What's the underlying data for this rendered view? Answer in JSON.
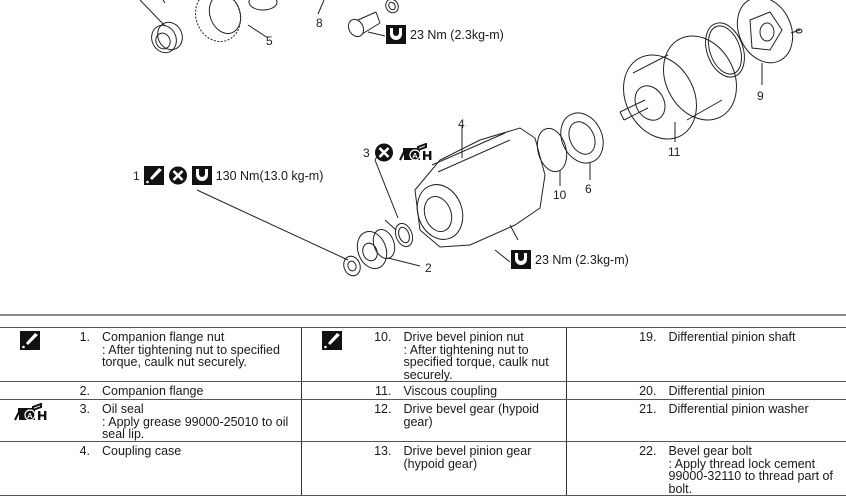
{
  "diagram": {
    "callouts": {
      "part_1": "1",
      "part_2": "2",
      "part_3": "3",
      "part_4": "4",
      "part_5": "5",
      "part_6": "6",
      "part_8": "8",
      "part_9": "9",
      "part_10": "10",
      "part_11": "11"
    },
    "torque_labels": {
      "top_bolt": "23 Nm (2.3kg-m)",
      "companion_nut": "130 Nm(13.0 kg-m)",
      "case_bolt": "23 Nm (2.3kg-m)"
    }
  },
  "parts_table": {
    "columns": [
      {
        "rows": [
          {
            "icon": "caulk-icon",
            "number": "1.",
            "name": "Companion flange nut",
            "note": ": After tightening nut to specified torque, caulk nut securely."
          },
          {
            "icon": "",
            "number": "2.",
            "name": "Companion flange",
            "note": ""
          },
          {
            "icon": "grease-icon",
            "number": "3.",
            "name": "Oil seal",
            "note": ": Apply grease 99000-25010 to oil seal lip."
          },
          {
            "icon": "",
            "number": "4.",
            "name": "Coupling case",
            "note": ""
          }
        ]
      },
      {
        "rows": [
          {
            "icon": "caulk-icon",
            "number": "10.",
            "name": "Drive bevel pinion nut",
            "note": ": After tightening nut to specified torque, caulk nut securely."
          },
          {
            "icon": "",
            "number": "11.",
            "name": "Viscous coupling",
            "note": ""
          },
          {
            "icon": "",
            "number": "12.",
            "name": "Drive bevel gear (hypoid gear)",
            "note": ""
          },
          {
            "icon": "",
            "number": "13.",
            "name": "Drive bevel pinion gear (hypoid gear)",
            "note": ""
          }
        ]
      },
      {
        "rows": [
          {
            "icon": "",
            "number": "19.",
            "name": "Differential pinion shaft",
            "note": ""
          },
          {
            "icon": "",
            "number": "20.",
            "name": "Differential pinion",
            "note": ""
          },
          {
            "icon": "",
            "number": "21.",
            "name": "Differential pinion washer",
            "note": ""
          },
          {
            "icon": "",
            "number": "22.",
            "name": "Bevel gear bolt",
            "note": ": Apply thread lock cement 99000-32110 to thread part of bolt."
          }
        ]
      }
    ]
  }
}
